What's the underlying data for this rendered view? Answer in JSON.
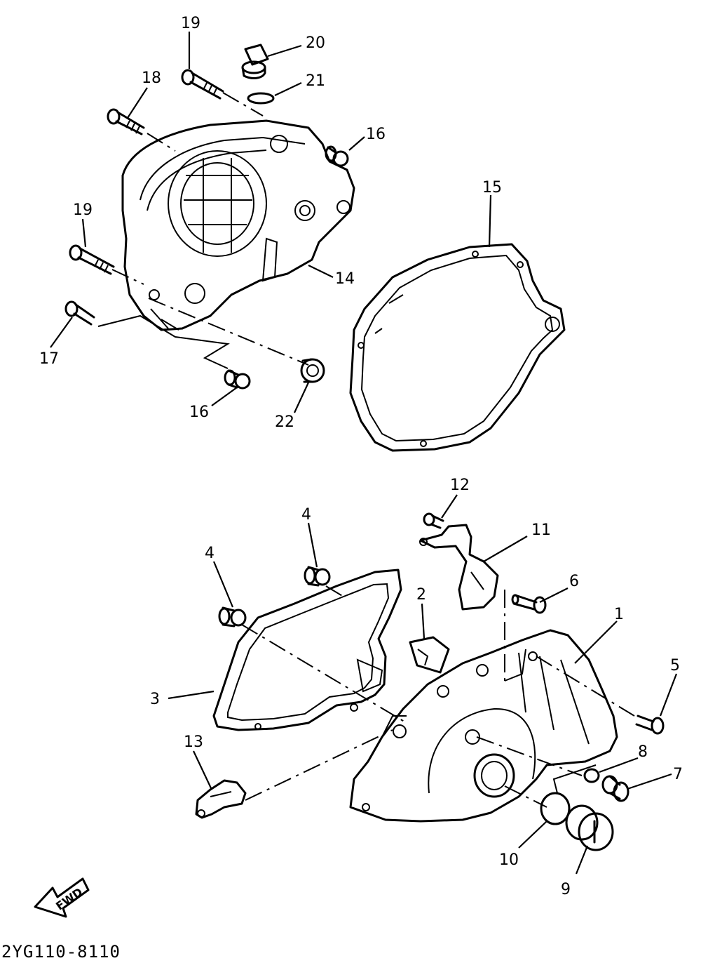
{
  "labels": {
    "p1": "1",
    "p2": "2",
    "p3": "3",
    "p4a": "4",
    "p4b": "4",
    "p5": "5",
    "p6": "6",
    "p7": "7",
    "p8": "8",
    "p9": "9",
    "p10": "10",
    "p11": "11",
    "p12": "12",
    "p13": "13",
    "p14": "14",
    "p15": "15",
    "p16a": "16",
    "p16b": "16",
    "p17": "17",
    "p18": "18",
    "p19a": "19",
    "p19b": "19",
    "p20": "20",
    "p21": "21",
    "p22": "22"
  },
  "fwd_label": "FWD",
  "diagram_code": "2YG110-8110"
}
